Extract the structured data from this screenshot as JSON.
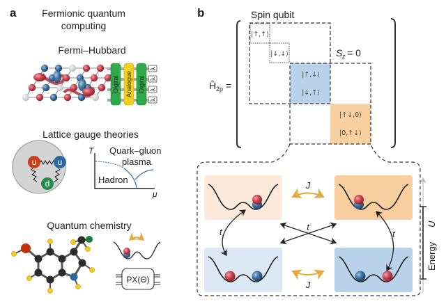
{
  "panel_a": {
    "label": "a",
    "title_line1": "Fermionic quantum",
    "title_line2": "computing",
    "fermi_hubbard": {
      "title": "Fermi–Hubbard",
      "circuit_blocks": [
        {
          "label": "Digital",
          "color": "#2eaa4a"
        },
        {
          "label": "Analogue",
          "color": "#f1d11e"
        },
        {
          "label": "Digital",
          "color": "#2eaa4a"
        }
      ],
      "measurement_icon": "meter-icon"
    },
    "lattice_gauge": {
      "title": "Lattice gauge theories",
      "quarks": [
        {
          "label": "u",
          "color": "#c8401a"
        },
        {
          "label": "u",
          "color": "#2a6aa0"
        },
        {
          "label": "d",
          "color": "#2a8a50"
        }
      ],
      "phase_diagram": {
        "y_axis": "T",
        "x_axis": "μ",
        "region_high": "Quark–gluon",
        "region_high2": "plasma",
        "region_low": "Hadron"
      }
    },
    "chemistry": {
      "title": "Quantum chemistry",
      "gate_label": "PX(Θ)"
    }
  },
  "panel_b": {
    "label": "b",
    "hamiltonian": "Ĥ",
    "hamiltonian_sub": "2p",
    "equals": "=",
    "spin_qubit_label": "Spin qubit",
    "sz_label_s": "S",
    "sz_label_sub": "z",
    "sz_label_eq": "= 0",
    "kets": {
      "upup": "|↑,↑⟩",
      "downdown": "|↓,↓⟩",
      "updown": "|↑,↓⟩",
      "downup": "|↓,↑⟩",
      "double0": "|↑↓,0⟩",
      "zerodouble": "|0,↑↓⟩"
    },
    "colors": {
      "blue_block": "#b9d2ea",
      "orange_block": "#f9cf9f",
      "light_orange": "#fdeadb",
      "light_blue": "#dce9f5",
      "exchange_arrow": "#e5a83a"
    },
    "energy_axis": {
      "label": "Energy",
      "gap": "U"
    },
    "coupling_J": "J",
    "hopping_t": "t"
  }
}
